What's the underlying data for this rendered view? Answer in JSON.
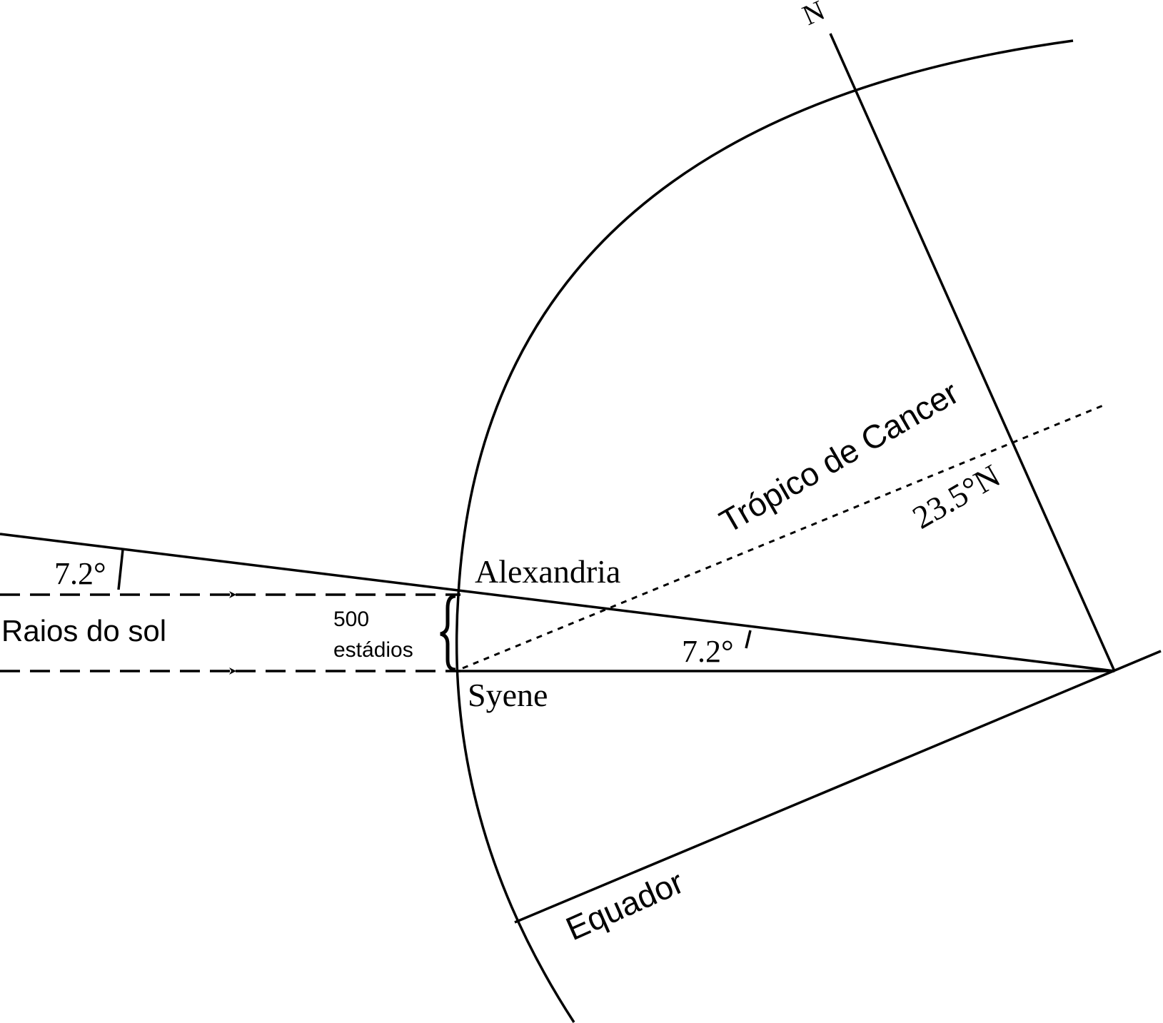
{
  "labels": {
    "north": "N",
    "tropic": "Trópico de Cancer",
    "tropic_latitude": "23.5°N",
    "alexandria": "Alexandria",
    "syene": "Syene",
    "equator": "Equador",
    "sun_rays": "Raios do sol",
    "distance_value": "500",
    "distance_unit": "estádios",
    "angle_left": "7.2°",
    "angle_center": "7.2°"
  },
  "colors": {
    "line": "#000000",
    "background": "#ffffff"
  }
}
